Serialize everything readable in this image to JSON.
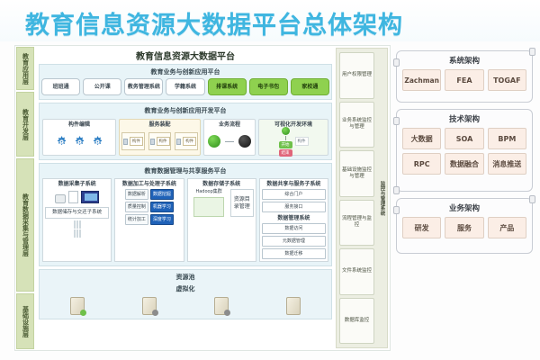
{
  "title": "教育信息资源大数据平台总体架构",
  "diagram": {
    "platform_name": "教育信息资源大数据平台",
    "layers": [
      {
        "label": "教育应用层"
      },
      {
        "label": "教育开发层"
      },
      {
        "label": "教育数据采集与管理层"
      },
      {
        "label": "基础设施层"
      }
    ],
    "application_band": {
      "title": "教育业务与创新应用平台",
      "chips": [
        {
          "label": "班班通",
          "color": "white"
        },
        {
          "label": "公开课",
          "color": "white"
        },
        {
          "label": "教务管理系统",
          "color": "white"
        },
        {
          "label": "学籍系统",
          "color": "white"
        },
        {
          "label": "排课系统",
          "color": "green"
        },
        {
          "label": "电子书包",
          "color": "green"
        },
        {
          "label": "家校通",
          "color": "green"
        }
      ]
    },
    "development_band": {
      "title": "教育业务与创新应用开发平台",
      "panels": [
        {
          "label": "构件编辑"
        },
        {
          "label": "服务装配",
          "units": [
            "构件",
            "构件",
            "构件"
          ]
        },
        {
          "label": "业务流程"
        },
        {
          "label": "可视化开发环境",
          "tags": [
            "开始",
            "结束"
          ],
          "note": "构件"
        }
      ]
    },
    "data_band": {
      "title": "教育数据管理与共享服务平台",
      "subsystems": [
        {
          "title": "数据采集子系统",
          "child_title": "数据储存与交还子系统",
          "grid_cells": [
            "",
            "",
            "",
            "",
            "",
            ""
          ]
        },
        {
          "title": "数据加工与处理子系统",
          "steps": [
            "数据解析",
            "质量控制",
            "统计加工"
          ],
          "algorithms": [
            "数据挖掘",
            "机器学习",
            "深度学习"
          ]
        },
        {
          "title": "数据存储子系统",
          "storage": "Hadoop集群",
          "side_label": "资源目录管理"
        },
        {
          "title": "数据共享与服务子系统",
          "items": [
            "综合门户",
            "服务接口"
          ],
          "manage_title": "数据管理系统",
          "manage_items": [
            "数据访问",
            "元数据管理",
            "数据迁移"
          ]
        }
      ]
    },
    "resource_band": {
      "title": "资源池",
      "subtitle": "虚拟化"
    },
    "monitor_column": {
      "vertical_label": "监控与管理系统",
      "items": [
        "用户权限管理",
        "业务系统监控与管理",
        "基础设施监控与管理",
        "流程管理与监控",
        "文件系统监控",
        "数据库监控"
      ]
    }
  },
  "architecture_cards": [
    {
      "title": "系统架构",
      "items": [
        "Zachman",
        "FEA",
        "TOGAF"
      ]
    },
    {
      "title": "技术架构",
      "items": [
        "大数据",
        "SOA",
        "BPM",
        "RPC",
        "数据融合",
        "消息推送"
      ]
    },
    {
      "title": "业务架构",
      "items": [
        "研发",
        "服务",
        "产品"
      ]
    }
  ],
  "colors": {
    "title_blue": "#3fb6e0",
    "layer_green": "#d6e2b8",
    "chip_green": "#8fd14f",
    "band_blue": "#e8f4f8",
    "card_peach": "#fbeee6"
  }
}
